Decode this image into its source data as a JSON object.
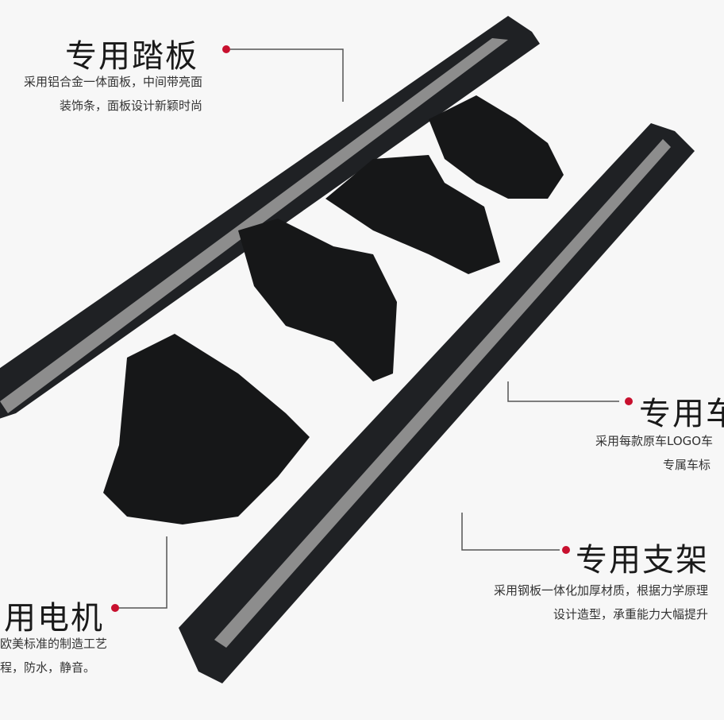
{
  "colors": {
    "accent": "#c8102e",
    "board": "#1f2124",
    "strip": "#9a9a9a"
  },
  "labels": [
    {
      "title": "专用踏板",
      "lines": [
        "采用铝合金一体面板，中间带亮面",
        "装饰条，面板设计新颖时尚"
      ]
    },
    {
      "title": "专用车",
      "lines": [
        "采用每款原车LOGO车",
        "专属车标"
      ]
    },
    {
      "title": "专用支架",
      "lines": [
        "采用钢板一体化加厚材质，根据力学原理",
        "设计造型，承重能力大幅提升"
      ]
    },
    {
      "title": "用电机",
      "lines": [
        "欧美标准的制造工艺",
        "程，防水，静音。"
      ]
    }
  ]
}
